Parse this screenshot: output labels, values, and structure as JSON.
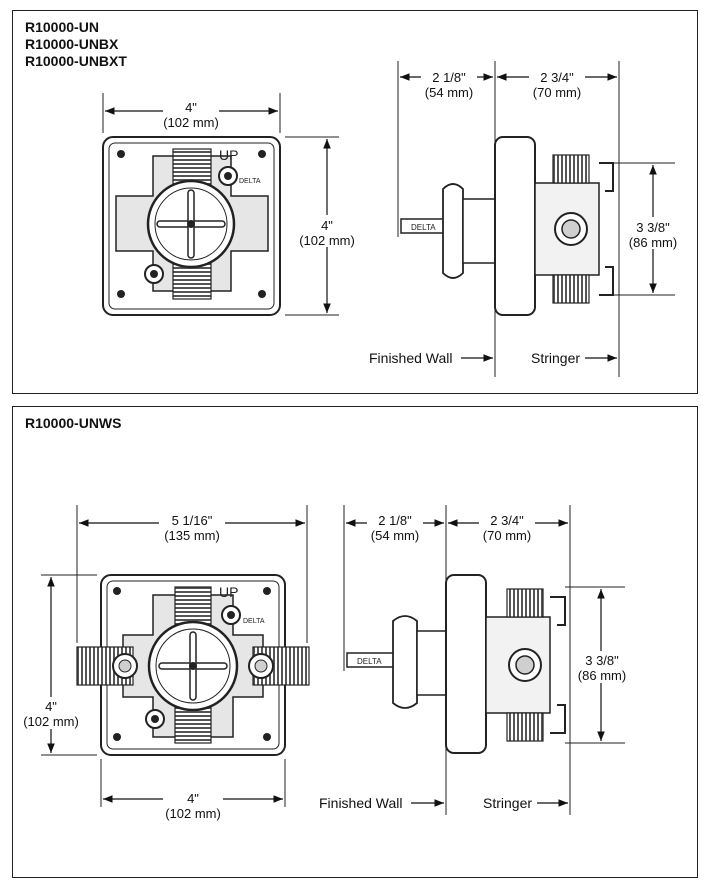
{
  "top": {
    "models": [
      "R10000-UN",
      "R10000-UNBX",
      "R10000-UNBXT"
    ],
    "width_dim": {
      "imperial": "4\"",
      "metric": "(102 mm)"
    },
    "height_dim": {
      "imperial": "4\"",
      "metric": "(102 mm)"
    },
    "depth1": {
      "imperial": "2 1/8\"",
      "metric": "(54 mm)"
    },
    "depth2": {
      "imperial": "2 3/4\"",
      "metric": "(70 mm)"
    },
    "side_height": {
      "imperial": "3 3/8\"",
      "metric": "(86 mm)"
    },
    "finished_wall": "Finished Wall",
    "stringer": "Stringer",
    "up_mark": "UP",
    "brand_mark": "DELTA"
  },
  "bottom": {
    "models": [
      "R10000-UNWS"
    ],
    "width_dim": {
      "imperial": "5 1/16\"",
      "metric": "(135 mm)"
    },
    "bottom_width_dim": {
      "imperial": "4\"",
      "metric": "(102 mm)"
    },
    "height_dim": {
      "imperial": "4\"",
      "metric": "(102 mm)"
    },
    "depth1": {
      "imperial": "2 1/8\"",
      "metric": "(54 mm)"
    },
    "depth2": {
      "imperial": "2 3/4\"",
      "metric": "(70 mm)"
    },
    "side_height": {
      "imperial": "3 3/8\"",
      "metric": "(86 mm)"
    },
    "finished_wall": "Finished Wall",
    "stringer": "Stringer",
    "up_mark": "UP",
    "brand_mark": "DELTA"
  },
  "colors": {
    "line": "#222222",
    "fill": "#ffffff",
    "shade": "#cfcfcf"
  }
}
